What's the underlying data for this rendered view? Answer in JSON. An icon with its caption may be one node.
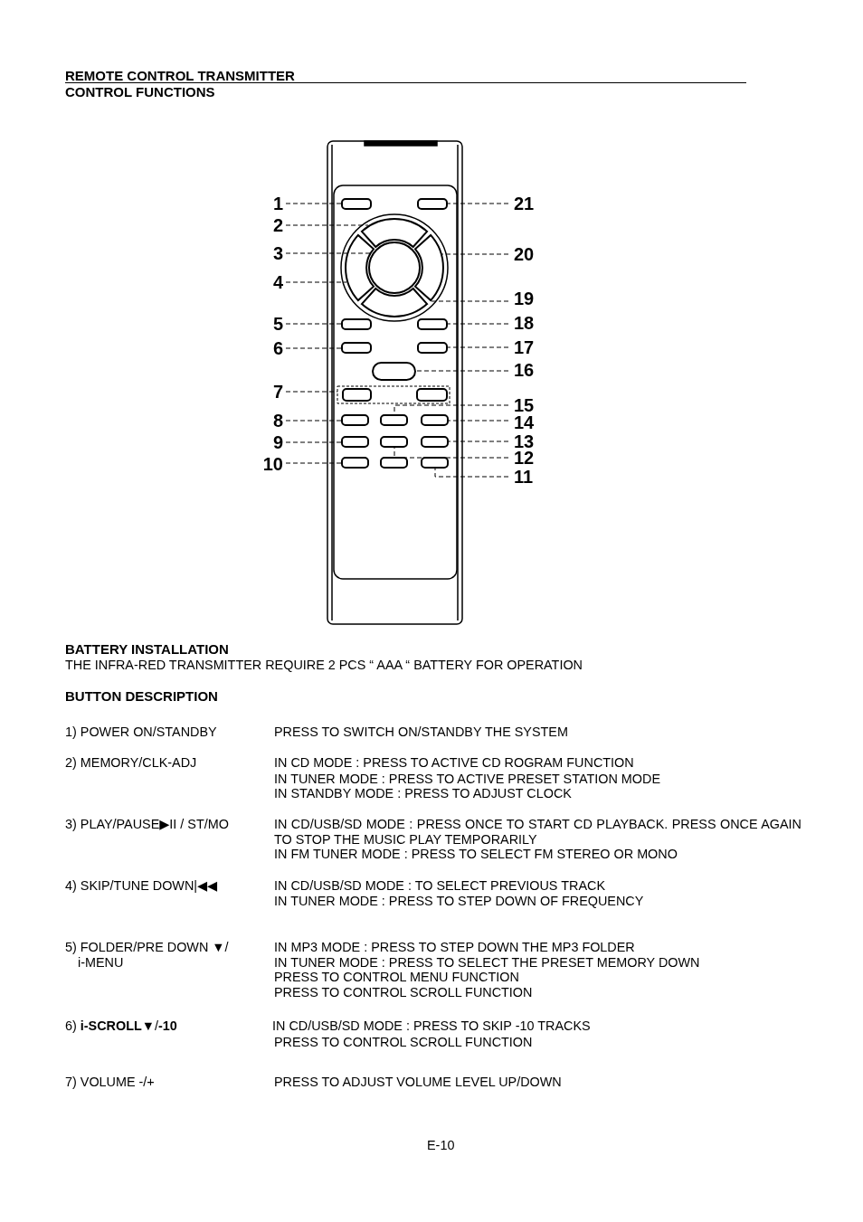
{
  "diagram": {
    "nodes": [
      {
        "text": [
          "1"
        ]
      },
      {
        "text": [],
        "shape": "box"
      },
      {
        "text": [
          "2"
        ]
      },
      {
        "text": [],
        "shape": "arc"
      },
      {
        "text": [
          "3"
        ]
      },
      {
        "text": [],
        "shape": "circle"
      },
      {
        "text": [
          "4"
        ]
      },
      {
        "text": [],
        "shape": "arc"
      },
      {
        "text": [
          "5"
        ]
      },
      {
        "text": [],
        "shape": "box"
      },
      {
        "text": [
          "6"
        ]
      },
      {
        "text": [],
        "shape": "box"
      },
      {
        "text": [
          "7"
        ]
      },
      {
        "text": [],
        "shape": "box"
      },
      {
        "text": [
          "8"
        ]
      },
      {
        "text": [],
        "shape": "box"
      },
      {
        "text": [
          "9"
        ]
      },
      {
        "text": [],
        "shape": "box"
      },
      {
        "text": [
          "10"
        ]
      },
      {
        "text": [],
        "shape": "box"
      },
      {
        "text": [
          "11"
        ]
      },
      {
        "text": [],
        "shape": "box"
      },
      {
        "text": [
          "12"
        ]
      },
      {
        "text": [],
        "shape": "box"
      },
      {
        "text": [
          "13"
        ]
      },
      {
        "text": [],
        "shape": "box"
      },
      {
        "text": [
          "14"
        ]
      },
      {
        "text": [],
        "shape": "box"
      },
      {
        "text": [
          "15"
        ]
      },
      {
        "text": [],
        "shape": "box"
      },
      {
        "text": [
          "16"
        ]
      },
      {
        "text": [],
        "shape": "oval"
      },
      {
        "text": [
          "17"
        ]
      },
      {
        "text": [],
        "shape": "box"
      },
      {
        "text": [
          "18"
        ]
      },
      {
        "text": [],
        "shape": "box"
      },
      {
        "text": [
          "19"
        ]
      },
      {
        "text": [],
        "shape": "arc"
      },
      {
        "text": [
          "20"
        ]
      },
      {
        "text": [],
        "shape": "arc"
      },
      {
        "text": [
          "21"
        ]
      },
      {
        "text": [],
        "shape": "box"
      }
    ],
    "edges": [
      {
        "from": 0,
        "to": 1,
        "arrow": "none",
        "style": "dashed"
      },
      {
        "from": 2,
        "to": 3,
        "arrow": "none",
        "style": "dashed"
      },
      {
        "from": 4,
        "to": 5,
        "arrow": "none",
        "style": "dashed"
      },
      {
        "from": 6,
        "to": 7,
        "arrow": "none",
        "style": "dashed"
      },
      {
        "from": 8,
        "to": 9,
        "arrow": "none",
        "style": "dashed"
      },
      {
        "from": 10,
        "to": 11,
        "arrow": "none",
        "style": "dashed"
      },
      {
        "from": 12,
        "to": 13,
        "arrow": "none",
        "style": "dashed"
      },
      {
        "from": 14,
        "to": 15,
        "arrow": "none",
        "style": "dashed"
      },
      {
        "from": 16,
        "to": 17,
        "arrow": "none",
        "style": "dashed"
      },
      {
        "from": 18,
        "to": 19,
        "arrow": "none",
        "style": "dashed"
      },
      {
        "from": 20,
        "to": 21,
        "arrow": "none",
        "style": "dashed"
      },
      {
        "from": 22,
        "to": 23,
        "arrow": "none",
        "style": "dashed"
      },
      {
        "from": 24,
        "to": 25,
        "arrow": "none",
        "style": "dashed"
      },
      {
        "from": 26,
        "to": 27,
        "arrow": "none",
        "style": "dashed"
      },
      {
        "from": 28,
        "to": 29,
        "arrow": "none",
        "style": "dashed"
      },
      {
        "from": 30,
        "to": 31,
        "arrow": "none",
        "style": "dashed"
      },
      {
        "from": 32,
        "to": 33,
        "arrow": "none",
        "style": "dashed"
      },
      {
        "from": 34,
        "to": 35,
        "arrow": "none",
        "style": "dashed"
      },
      {
        "from": 36,
        "to": 37,
        "arrow": "none",
        "style": "dashed"
      },
      {
        "from": 38,
        "to": 39,
        "arrow": "none",
        "style": "dashed"
      },
      {
        "from": 40,
        "to": 41,
        "arrow": "none",
        "style": "dashed"
      }
    ],
    "labels": [
      "REMOTE CONTROL TRANSMITTER",
      "CONTROL FUNCTIONS",
      "BATTERY INSTALLATION",
      "THE INFRA-RED TRANSMITTER REQUIRE 2 PCS “ AAA “ BATTERY FOR OPERATION",
      "BUTTON DESCRIPTION",
      "1) POWER ON/STANDBY",
      "PRESS TO SWITCH ON/STANDBY THE SYSTEM",
      "2) MEMORY/CLK-ADJ",
      "IN CD MODE : PRESS TO ACTIVE CD ROGRAM FUNCTION",
      "IN TUNER MODE : PRESS TO ACTIVE PRESET STATION MODE",
      "IN STANDBY MODE : PRESS TO ADJUST CLOCK",
      "3) PLAY/PAUSE▶II / ST/MO",
      "IN CD/USB/SD MODE : PRESS ONCE TO START CD PLAYBACK. PRESS ONCE AGAIN TO STOP THE MUSIC PLAY TEMPORARILY",
      "IN FM TUNER MODE : PRESS TO SELECT FM STEREO OR MONO",
      "4) SKIP/TUNE DOWN|◀◀",
      "IN CD/USB/SD MODE : TO SELECT PREVIOUS TRACK",
      "IN TUNER MODE : PRESS TO STEP DOWN OF FREQUENCY",
      "5) FOLDER/PRE DOWN ▼/ i-MENU",
      "IN MP3 MODE : PRESS TO STEP DOWN THE MP3 FOLDER",
      "IN TUNER MODE : PRESS TO SELECT THE PRESET MEMORY DOWN",
      "PRESS TO CONTROL MENU FUNCTION",
      "PRESS TO CONTROL SCROLL FUNCTION",
      "6) **i-SCROLL▼**/**-10**",
      "IN CD/USB/SD MODE : PRESS TO SKIP -10 TRACKS",
      "PRESS TO CONTROL SCROLL FUNCTION",
      "7) VOLUME -/+",
      "PRESS TO ADJUST VOLUME LEVEL UP/DOWN",
      "E-10"
    ]
  }
}
